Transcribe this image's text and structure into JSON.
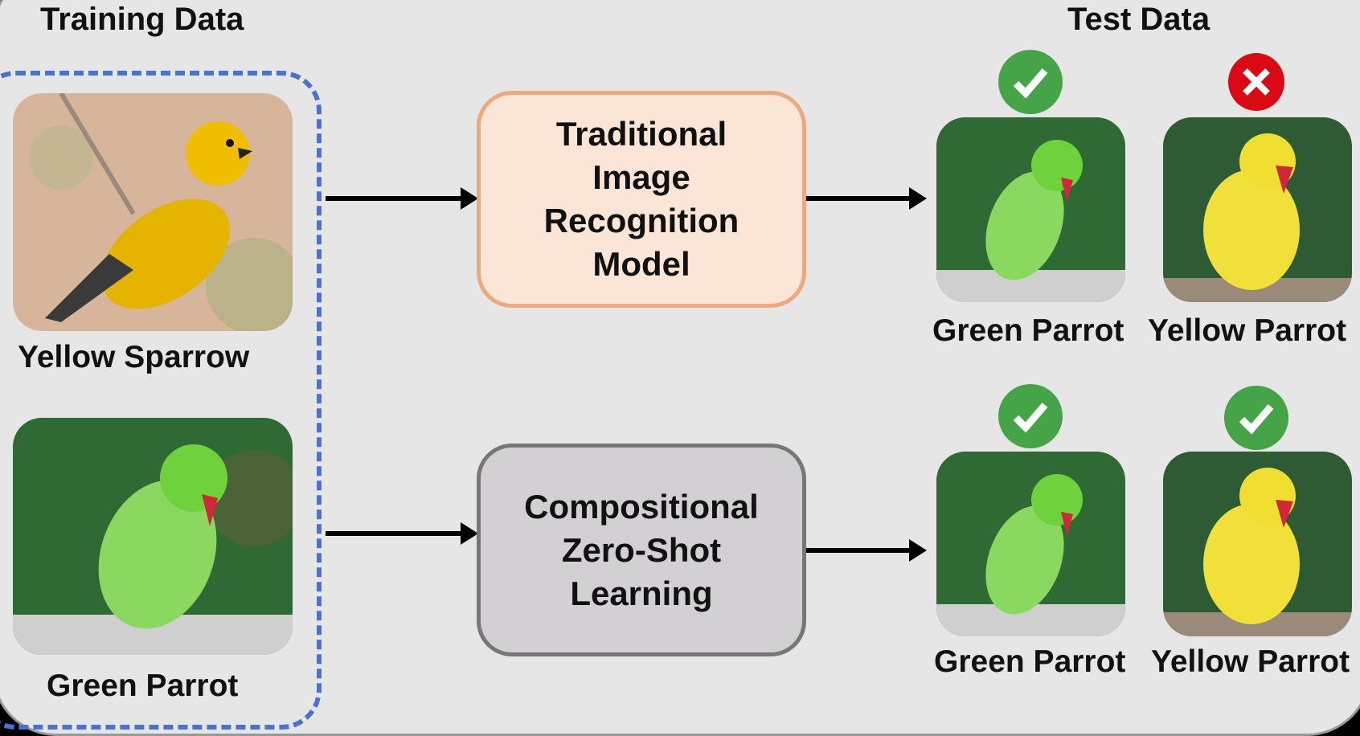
{
  "figure": {
    "training_heading": "Training Data",
    "test_heading": "Test Data",
    "colors": {
      "background": "#e6e6e6",
      "training_border": "#4a72cf",
      "traditional_fill": "#fbe5d6",
      "traditional_border": "#eda97e",
      "czsl_fill": "#d2d0d2",
      "czsl_border": "#777777",
      "correct": "#45a447",
      "incorrect": "#da0a15"
    }
  },
  "training": [
    {
      "label": "Yellow Sparrow",
      "image": "yellow-sparrow-photo"
    },
    {
      "label": "Green Parrot",
      "image": "green-parrot-photo"
    }
  ],
  "models": {
    "traditional": {
      "line1": "Traditional",
      "line2": "Image",
      "line3": "Recognition",
      "line4": "Model"
    },
    "czsl": {
      "line1": "Compositional",
      "line2": "Zero-Shot",
      "line3": "Learning"
    }
  },
  "results": {
    "traditional": [
      {
        "label": "Green Parrot",
        "outcome": "correct",
        "icon": "check-icon"
      },
      {
        "label": "Yellow Parrot",
        "outcome": "incorrect",
        "icon": "cross-icon"
      }
    ],
    "czsl": [
      {
        "label": "Green Parrot",
        "outcome": "correct",
        "icon": "check-icon"
      },
      {
        "label": "Yellow Parrot",
        "outcome": "correct",
        "icon": "check-icon"
      }
    ]
  }
}
